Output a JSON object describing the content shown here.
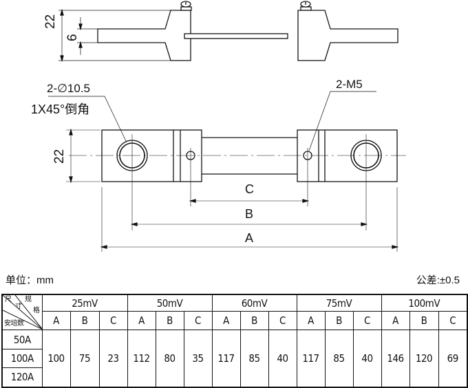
{
  "drawing": {
    "top_view": {
      "dim_height": "22",
      "dim_bar": "6"
    },
    "front_view": {
      "dim_height": "22",
      "hole_note_1": "2-∅10.5",
      "hole_note_2": "1X45°倒角",
      "thread_note": "2-M5",
      "dim_c": "C",
      "dim_b": "B",
      "dim_a": "A"
    }
  },
  "unit_label": "单位：mm",
  "tolerance_label": "公差:±0.5",
  "table": {
    "corner": {
      "top_left": "尺",
      "top_mid": "寸",
      "top_right": "规",
      "right": "格",
      "bottom": "安培数"
    },
    "groups": [
      "25mV",
      "50mV",
      "60mV",
      "75mV",
      "100mV"
    ],
    "sub_headers": [
      "A",
      "B",
      "C"
    ],
    "currents": [
      "50A",
      "100A",
      "120A"
    ],
    "values": [
      [
        "100",
        "75",
        "23"
      ],
      [
        "112",
        "80",
        "35"
      ],
      [
        "117",
        "85",
        "40"
      ],
      [
        "117",
        "85",
        "40"
      ],
      [
        "146",
        "120",
        "69"
      ]
    ]
  }
}
